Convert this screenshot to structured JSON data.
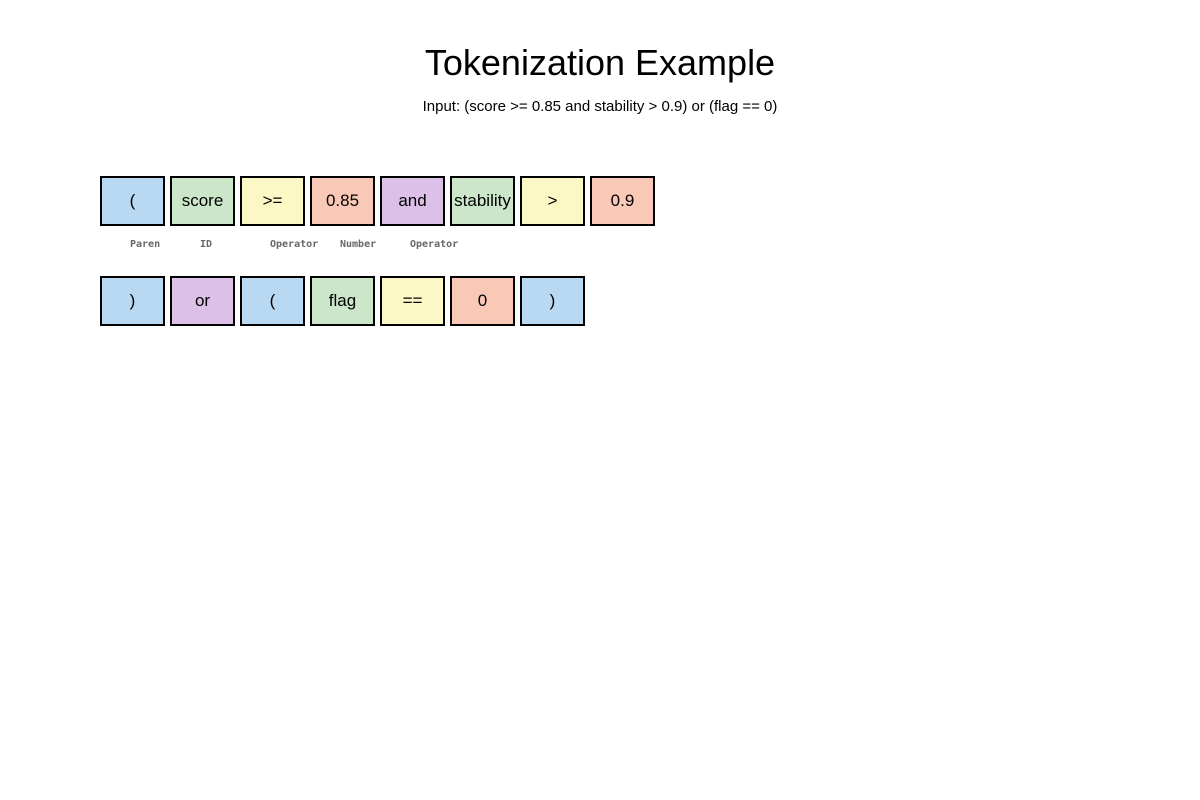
{
  "title": "Tokenization Example",
  "subtitle": "Input: (score >= 0.85 and stability > 0.9) or (flag == 0)",
  "colors": {
    "paren": "#b9d8f2",
    "id": "#cbe6c9",
    "operator": "#fcf8c6",
    "number": "#fac8b6",
    "keyword": "#dcc0e8",
    "box_border": "#000000",
    "label_text": "#666666",
    "token_text": "#000000",
    "background": "#ffffff"
  },
  "rows": [
    {
      "tokens": [
        {
          "text": "(",
          "type": "paren",
          "label": "Paren"
        },
        {
          "text": "score",
          "type": "id",
          "label": "ID"
        },
        {
          "text": ">=",
          "type": "operator",
          "label": "Operator"
        },
        {
          "text": "0.85",
          "type": "number",
          "label": "Number"
        },
        {
          "text": "and",
          "type": "keyword",
          "label": "Operator"
        },
        {
          "text": "stability",
          "type": "id",
          "label": ""
        },
        {
          "text": ">",
          "type": "operator",
          "label": ""
        },
        {
          "text": "0.9",
          "type": "number",
          "label": ""
        }
      ]
    },
    {
      "tokens": [
        {
          "text": ")",
          "type": "paren",
          "label": ""
        },
        {
          "text": "or",
          "type": "keyword",
          "label": ""
        },
        {
          "text": "(",
          "type": "paren",
          "label": ""
        },
        {
          "text": "flag",
          "type": "id",
          "label": ""
        },
        {
          "text": "==",
          "type": "operator",
          "label": ""
        },
        {
          "text": "0",
          "type": "number",
          "label": ""
        },
        {
          "text": ")",
          "type": "paren",
          "label": ""
        }
      ]
    }
  ]
}
